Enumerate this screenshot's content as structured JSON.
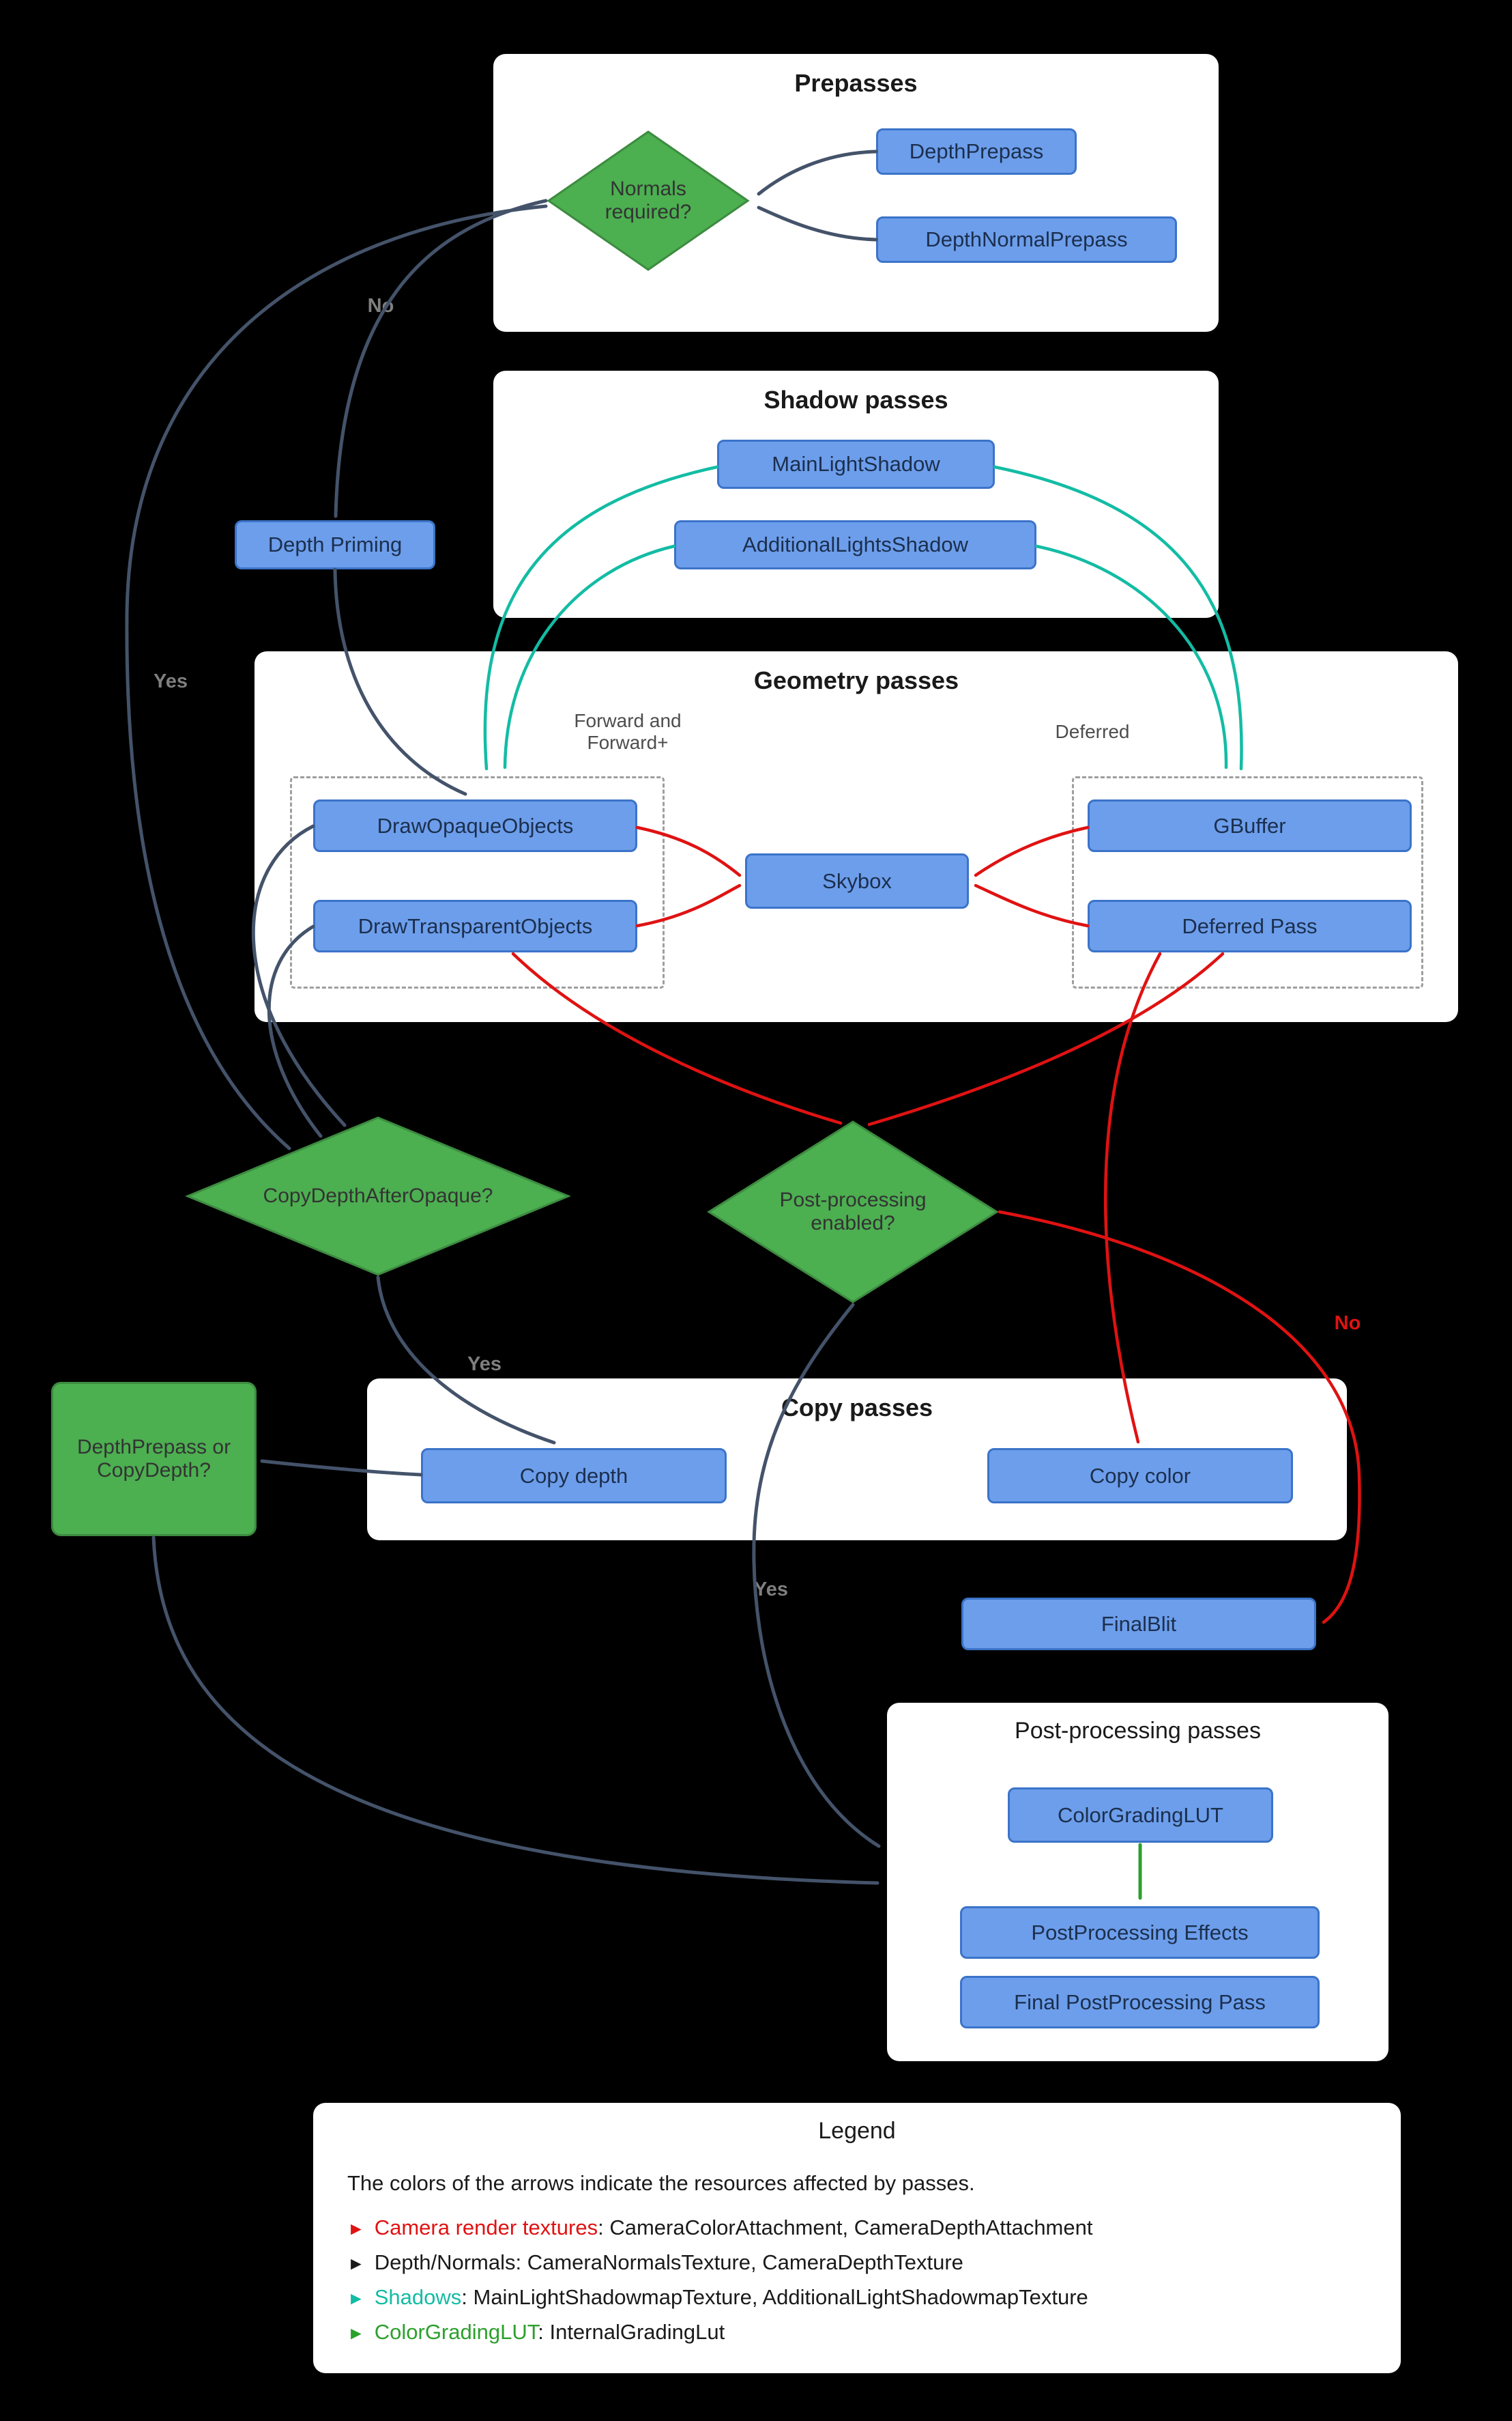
{
  "colors": {
    "node_blue_fill": "#6d9eeb",
    "node_blue_border": "#3b73c9",
    "node_blue_text": "#1b2f4e",
    "decision_green_fill": "#4caf50",
    "decision_green_border": "#3d8b40",
    "decision_green_text": "#333333",
    "arrow_dark": "#44536a",
    "arrow_red": "#e01212",
    "arrow_teal": "#13bca4",
    "arrow_green": "#2ca02c",
    "edge_label_gray": "#7f7f7f",
    "legend_dark": "#1a1a1a"
  },
  "groups": {
    "prepasses": {
      "title": "Prepasses"
    },
    "shadow_passes": {
      "title": "Shadow passes"
    },
    "geometry_passes": {
      "title": "Geometry passes",
      "forward_label": "Forward and Forward+",
      "deferred_label": "Deferred"
    },
    "copy_passes": {
      "title": "Copy passes"
    },
    "post_processing_passes": {
      "title": "Post-processing passes"
    }
  },
  "nodes": {
    "depth_prepass": "DepthPrepass",
    "depth_normal_prepass": "DepthNormalPrepass",
    "depth_priming": "Depth Priming",
    "main_light_shadow": "MainLightShadow",
    "additional_lights_shadow": "AdditionalLightsShadow",
    "draw_opaque_objects": "DrawOpaqueObjects",
    "draw_transparent_objects": "DrawTransparentObjects",
    "skybox": "Skybox",
    "gbuffer": "GBuffer",
    "deferred_pass": "Deferred Pass",
    "copy_depth": "Copy depth",
    "copy_color": "Copy color",
    "final_blit": "FinalBlit",
    "color_grading_lut": "ColorGradingLUT",
    "post_processing_effects": "PostProcessing Effects",
    "final_post_processing_pass": "Final PostProcessing Pass"
  },
  "decisions": {
    "normals_required": "Normals required?",
    "copy_depth_after_opaque": "CopyDepthAfterOpaque?",
    "post_processing_enabled": "Post-processing enabled?",
    "depth_prepass_or_copy_depth": "DepthPrepass or CopyDepth?"
  },
  "edge_labels": {
    "no_normals": "No",
    "yes_normals": "Yes",
    "yes_copy_depth": "Yes",
    "yes_post_processing": "Yes",
    "no_post_processing": "No"
  },
  "legend": {
    "title": "Legend",
    "intro": "The colors of the arrows indicate the resources affected by passes.",
    "bullet": "►",
    "items": [
      {
        "term": "Camera render textures",
        "rest": ": CameraColorAttachment, CameraDepthAttachment",
        "color": "red"
      },
      {
        "term": "Depth/Normals",
        "rest": ": CameraNormalsTexture, CameraDepthTexture",
        "color": "dark"
      },
      {
        "term": "Shadows",
        "rest": ": MainLightShadowmapTexture, AdditionalLightShadowmapTexture",
        "color": "teal"
      },
      {
        "term": "ColorGradingLUT",
        "rest": ": InternalGradingLut",
        "color": "green"
      }
    ]
  }
}
